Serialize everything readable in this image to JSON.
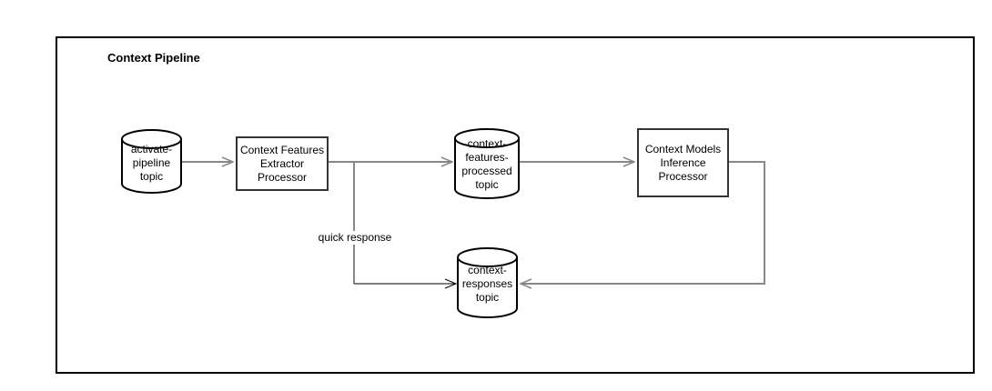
{
  "title": "Context Pipeline",
  "nodes": {
    "activate_pipeline_topic": {
      "type": "topic-cylinder",
      "label": "activate-\npipeline\ntopic"
    },
    "context_features_extractor_processor": {
      "type": "processor-box",
      "label": "Context Features\nExtractor\nProcessor"
    },
    "context_features_processed_topic": {
      "type": "topic-cylinder",
      "label": "context-\nfeatures-\nprocessed\ntopic"
    },
    "context_models_inference_processor": {
      "type": "processor-box",
      "label": "Context Models\nInference\nProcessor"
    },
    "context_responses_topic": {
      "type": "topic-cylinder",
      "label": "context-\nresponses\ntopic"
    }
  },
  "edges": {
    "activate_to_extractor": {
      "from": "activate_pipeline_topic",
      "to": "context_features_extractor_processor",
      "label": ""
    },
    "extractor_to_processed": {
      "from": "context_features_extractor_processor",
      "to": "context_features_processed_topic",
      "label": ""
    },
    "processed_to_inference": {
      "from": "context_features_processed_topic",
      "to": "context_models_inference_processor",
      "label": ""
    },
    "inference_to_responses": {
      "from": "context_models_inference_processor",
      "to": "context_responses_topic",
      "label": ""
    },
    "quick_response": {
      "from": "context_features_extractor_processor",
      "to": "context_responses_topic",
      "label": "quick response"
    }
  },
  "colors": {
    "flow_edge": "#888888",
    "quick_response_edge": "#000000",
    "processor_border": "#333333",
    "cylinder_outline": "#000000",
    "frame_border": "#000000",
    "canvas_background": "#ffffff",
    "text": "#000000"
  }
}
